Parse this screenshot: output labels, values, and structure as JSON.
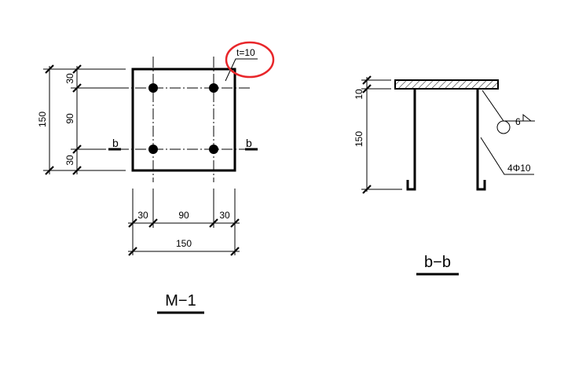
{
  "plan": {
    "thickness": "t=10",
    "section_mark_left": "b",
    "section_mark_right": "b",
    "dim_left_top": "30",
    "dim_left_mid": "90",
    "dim_left_bottom": "30",
    "dim_left_total": "150",
    "dim_bottom_left": "30",
    "dim_bottom_mid": "90",
    "dim_bottom_right": "30",
    "dim_bottom_total": "150",
    "title": "M−1"
  },
  "section": {
    "dim_plate": "10",
    "dim_height": "150",
    "weld_size": "6",
    "rebar": "4Φ10",
    "title": "b−b"
  },
  "annotation": {
    "highlight_color": "#e8262a"
  }
}
